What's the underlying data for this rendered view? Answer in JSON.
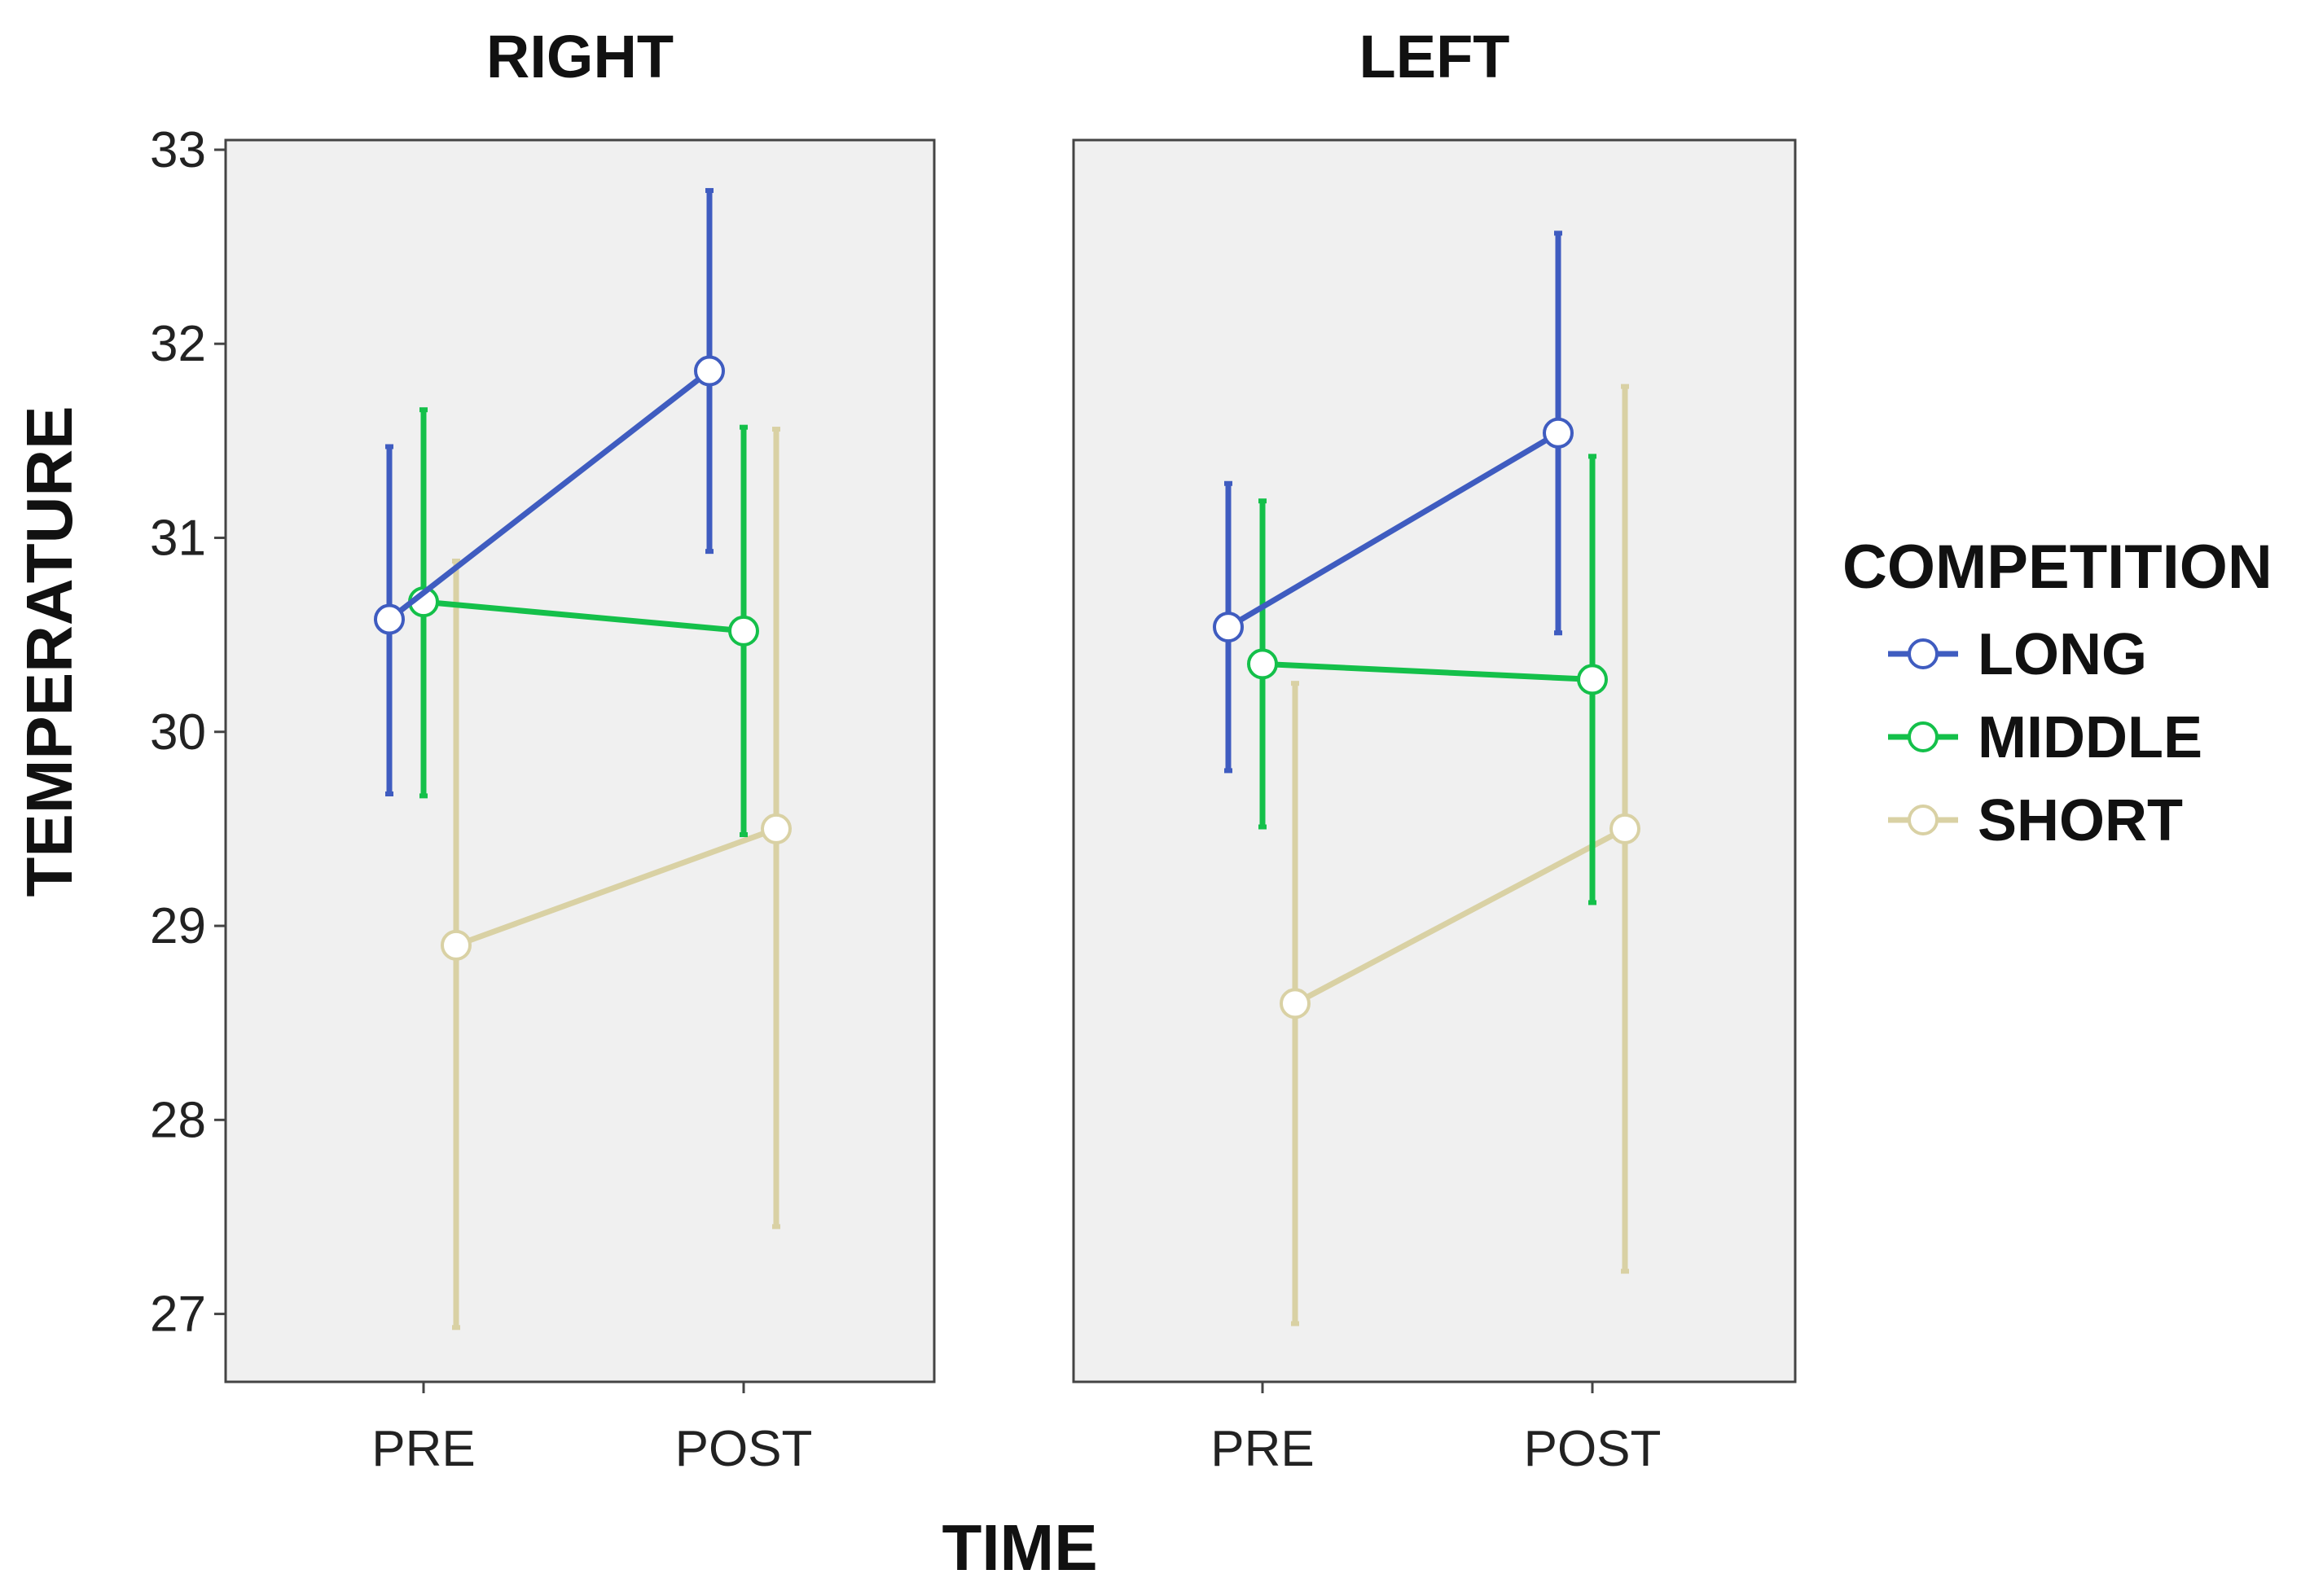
{
  "chart_data": {
    "type": "line",
    "panels": [
      {
        "title": "RIGHT",
        "categories": [
          "PRE",
          "POST"
        ],
        "series": [
          {
            "name": "LONG",
            "values": [
              30.58,
              31.86
            ],
            "ci_low": [
              29.68,
              30.93
            ],
            "ci_high": [
              31.47,
              32.79
            ]
          },
          {
            "name": "MIDDLE",
            "values": [
              30.67,
              30.52
            ],
            "ci_low": [
              29.67,
              29.47
            ],
            "ci_high": [
              31.66,
              31.57
            ]
          },
          {
            "name": "SHORT",
            "values": [
              28.9,
              29.5
            ],
            "ci_low": [
              26.93,
              27.45
            ],
            "ci_high": [
              30.88,
              31.56
            ]
          }
        ]
      },
      {
        "title": "LEFT",
        "categories": [
          "PRE",
          "POST"
        ],
        "series": [
          {
            "name": "LONG",
            "values": [
              30.54,
              31.54
            ],
            "ci_low": [
              29.8,
              30.51
            ],
            "ci_high": [
              31.28,
              32.57
            ]
          },
          {
            "name": "MIDDLE",
            "values": [
              30.35,
              30.27
            ],
            "ci_low": [
              29.51,
              29.12
            ],
            "ci_high": [
              31.19,
              31.42
            ]
          },
          {
            "name": "SHORT",
            "values": [
              28.6,
              29.5
            ],
            "ci_low": [
              26.95,
              27.22
            ],
            "ci_high": [
              30.25,
              31.78
            ]
          }
        ]
      }
    ],
    "yticks": [
      27,
      28,
      29,
      30,
      31,
      32,
      33
    ],
    "ylim": [
      26.65,
      33.05
    ],
    "xlabel": "TIME",
    "ylabel": "TEMPERATURE",
    "legend": {
      "title": "COMPETITION",
      "entries": [
        "LONG",
        "MIDDLE",
        "SHORT"
      ],
      "placement": "right"
    },
    "colors": {
      "LONG": "#3f5cc0",
      "MIDDLE": "#14c04a",
      "SHORT": "#d9d1a4"
    },
    "panel_background": "#f0f0f0",
    "grid": false
  }
}
